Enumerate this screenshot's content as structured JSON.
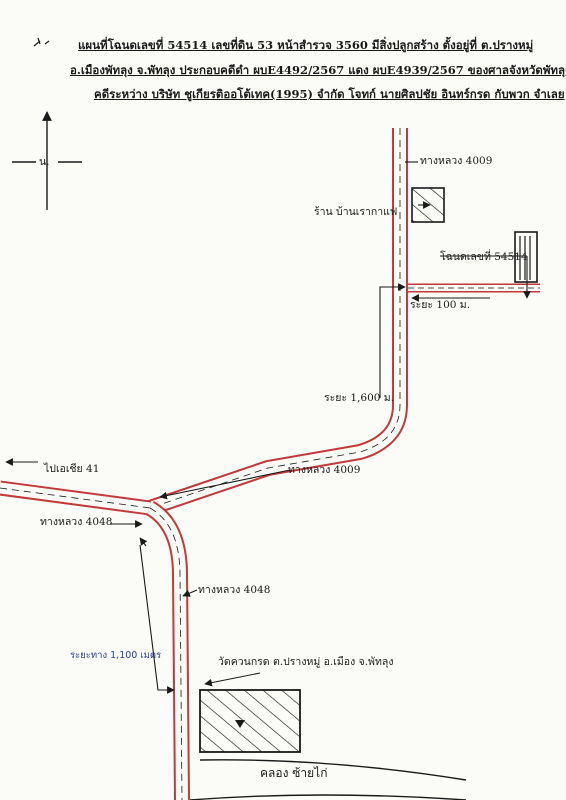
{
  "title": {
    "line1": "แผนที่โฉนดเลขที่ 54514 เลขที่ดิน 53 หน้าสำรวจ 3560 มีสิ่งปลูกสร้าง ตั้งอยู่ที่ ต.ปรางหมู่",
    "line2": "อ.เมืองพัทลุง จ.พัทลุง ประกอบคดีดำ ผบE4492/2567 แดง ผบE4939/2567 ของศาลจังหวัดพัทลุง",
    "line3": "คดีระหว่าง บริษัท ชูเกียรติออโต้เทค(1995) จำกัด โจทก์  นายศิลปชัย อินทร์กรด กับพวก จำเลย"
  },
  "north": {
    "label": "น."
  },
  "labels": {
    "road_4009_top": "ทางหลวง 4009",
    "coffee_shop": "ร้าน  บ้านเรากาแฟ",
    "deed": "โฉนดเลขที่ 54514",
    "dist_100": "ระยะ 100 ม.",
    "dist_1600": "ระยะ  1,600 ม.",
    "to_asia41": "ไปเอเชีย 41",
    "road_4009_mid": "ทางหลวง 4009",
    "road_4048_left": "ทางหลวง  4048",
    "road_4048_right": "ทางหลวง  4048",
    "dist_1100": "ระยะทาง 1,100 เมตร",
    "wat": "วัดควนกรด ต.ปรางหมู่ อ.เมือง จ.พัทลุง",
    "canal": "คลอง ซ้ายไก่"
  },
  "colors": {
    "road_edge": "#c23a3a",
    "ink": "#1a1a1a",
    "paper": "#fbfbf8"
  }
}
